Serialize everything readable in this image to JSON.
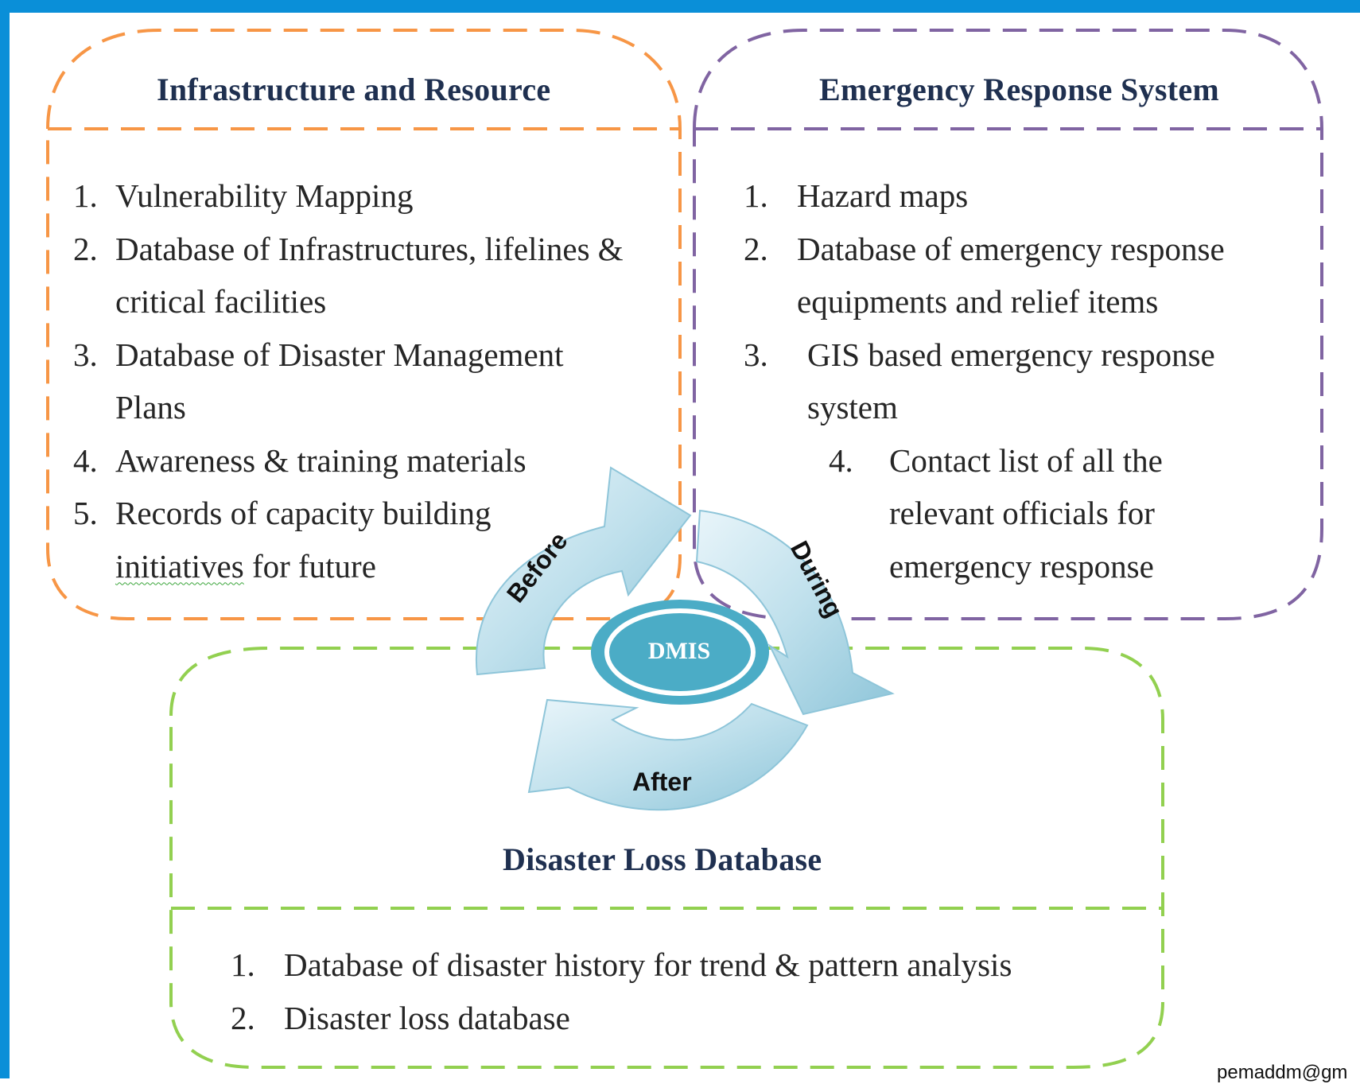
{
  "colors": {
    "frame_blue": "#0a8fd8",
    "infrastructure_border": "#f79646",
    "emergency_border": "#8064a2",
    "loss_border": "#92d050",
    "cycle_arrow": "#b7dbe8",
    "dmis_fill": "#4bacc6",
    "title_text": "#1f3050"
  },
  "infrastructure": {
    "title": "Infrastructure and Resource",
    "items": [
      {
        "num": "1.",
        "text": "Vulnerability Mapping"
      },
      {
        "num": "2.",
        "text": "Database of Infrastructures, lifelines & critical facilities"
      },
      {
        "num": "3.",
        "text": "Database of Disaster Management Plans"
      },
      {
        "num": "4.",
        "text": "Awareness & training materials"
      },
      {
        "num": "5.",
        "text": "Records of capacity building"
      }
    ],
    "item5_line2_word": "initiatives",
    "item5_line2_rest": " for future"
  },
  "emergency": {
    "title": "Emergency Response System",
    "items": [
      {
        "num": "1.",
        "text": "Hazard maps"
      },
      {
        "num": "2.",
        "text": "Database of emergency response equipments and relief items"
      },
      {
        "num": "3.",
        "text": "GIS based emergency response system"
      },
      {
        "num": "4.",
        "text": "Contact list of all the relevant officials for emergency response"
      }
    ]
  },
  "loss": {
    "title": "Disaster Loss Database",
    "items": [
      {
        "num": "1.",
        "text": "Database of disaster history for trend & pattern analysis"
      },
      {
        "num": "2.",
        "text": "Disaster loss database"
      }
    ]
  },
  "cycle": {
    "center": "DMIS",
    "before": "Before",
    "during": "During",
    "after": "After",
    "center_icon": "dmis-ellipse",
    "arrow_icon": "curved-arrow"
  },
  "footer": {
    "email": "pemaddm@gm"
  }
}
